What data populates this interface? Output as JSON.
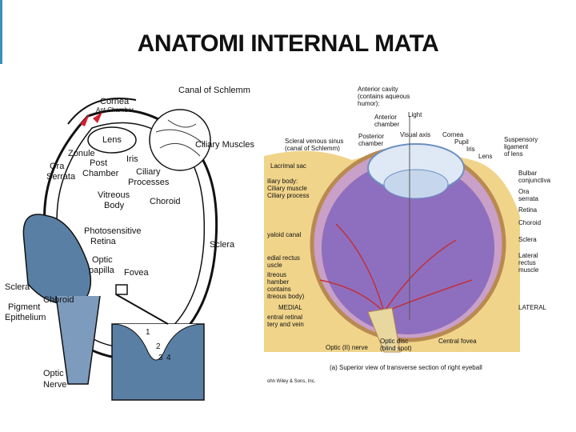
{
  "title": "ANATOMI INTERNAL MATA",
  "left_diagram": {
    "labels": {
      "canal_schlemm": "Canal of Schlemm",
      "cornea": "Cornea",
      "ant_chamber": "Ant Chamber",
      "lens": "Lens",
      "ciliary_muscles": "Ciliary Muscles",
      "zonule": "Zonule",
      "iris": "Iris",
      "ora_serrata": "Ora\nSerrata",
      "post_chamber": "Post\nChamber",
      "ciliary_processes": "Ciliary\nProcesses",
      "vitreous_body": "Vitreous\nBody",
      "choroid": "Choroid",
      "photosensitive_retina": "Photosensitive\nRetina",
      "sclera": "Sclera",
      "optic_papilla": "Optic\npapilla",
      "fovea": "Fovea",
      "sclera_left": "Sclera",
      "choroid_bottom": "Choroid",
      "pigment_epithelium": "Pigment\nEpithelium",
      "optic_nerve": "Optic\nNerve",
      "num1": "1",
      "num2": "2",
      "num3": "3",
      "num4": "4"
    }
  },
  "right_diagram": {
    "labels": {
      "anterior_cavity": "Anterior cavity\n(contains aqueous\nhumor):",
      "anterior_chamber": "Anterior\nchamber",
      "light": "Light",
      "scleral_venous_sinus": "Scleral venous sinus\n(canal of Schlemm)",
      "posterior_chamber": "Posterior\nchamber",
      "visual_axis": "Visual axis",
      "cornea": "Cornea",
      "pupil": "Pupil",
      "iris": "Iris",
      "lens": "Lens",
      "suspensory_ligament": "Suspensory\nligament\nof lens",
      "lacrimal_sac": "Lacrimal sac",
      "ciliary_body": "iliary body:\nCiliary muscle\nCiliary process",
      "bulbar_conjunctiva": "Bulbar\nconjunctiva",
      "ora_serrata": "Ora\nserrata",
      "retina": "Retina",
      "choroid": "Choroid",
      "hyaloid_canal": "yaloid canal",
      "sclera": "Sclera",
      "medial_rectus": "edial rectus\nuscle",
      "lateral_rectus": "Lateral\nrectus\nmuscle",
      "vitreous_chamber": "itreous\nhamber\ncontains\nitreous body)",
      "medial": "MEDIAL",
      "lateral": "LATERAL",
      "central_retinal": "entral retinal\ntery and vein",
      "optic_nerve": "Optic (II) nerve",
      "optic_disc": "Optic disc\n(blind spot)",
      "central_fovea": "Central fovea",
      "caption": "(a) Superior view of transverse section of right eyeball",
      "credit": "ohn Wiley & Sons, Inc."
    }
  },
  "colors": {
    "accent_bar": "#3b8fbf",
    "nerve_blue": "#5a7fa5",
    "vitreous_purple": "#8e6fbf",
    "tissue_yellow": "#f0d48a",
    "vessel_red": "#c0303a"
  }
}
